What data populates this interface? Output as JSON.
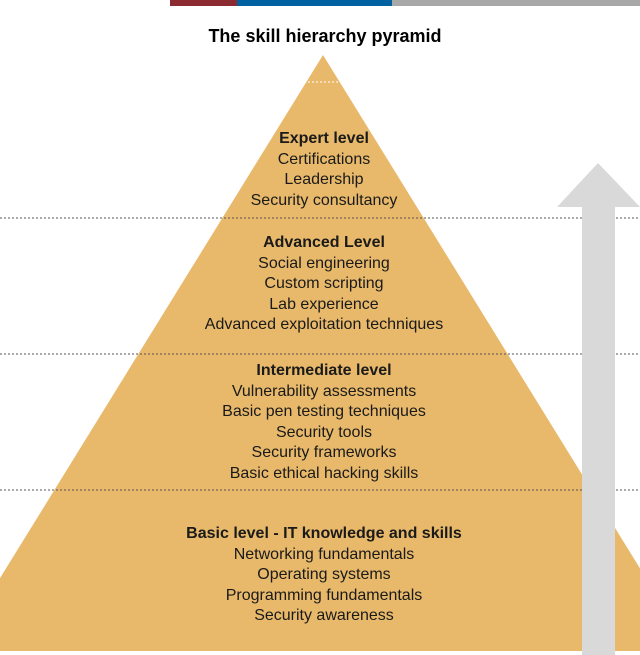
{
  "title": "The skill hierarchy pyramid",
  "colors": {
    "pyramid": "#e8b96a",
    "arrow": "#d9d9d9",
    "bar_red": "#8b2a30",
    "bar_blue": "#0062a0",
    "bar_gray": "#a8a8a8"
  },
  "levels": [
    {
      "heading": "Expert level",
      "items": [
        "Certifications",
        "Leadership",
        "Security consultancy"
      ]
    },
    {
      "heading": "Advanced Level",
      "items": [
        "Social engineering",
        "Custom scripting",
        "Lab experience",
        "Advanced exploitation techniques"
      ]
    },
    {
      "heading": "Intermediate level",
      "items": [
        "Vulnerability assessments",
        "Basic pen testing techniques",
        "Security tools",
        "Security frameworks",
        "Basic ethical hacking skills"
      ]
    },
    {
      "heading": "Basic level - IT knowledge and skills",
      "items": [
        "Networking fundamentals",
        "Operating systems",
        "Programming fundamentals",
        "Security awareness"
      ]
    }
  ]
}
